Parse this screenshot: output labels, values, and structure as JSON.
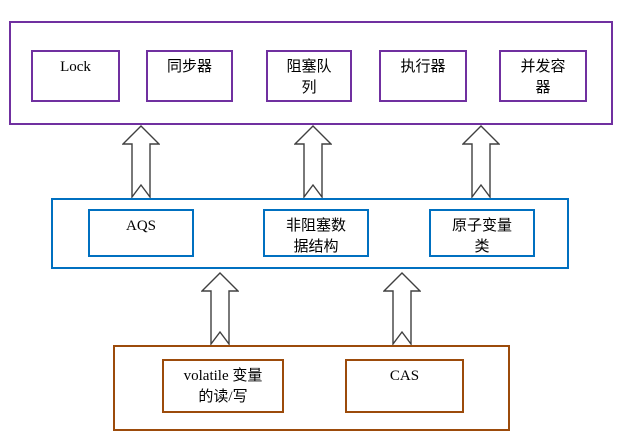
{
  "colors": {
    "top_layer_border": "#7030A0",
    "middle_layer_border": "#0070C0",
    "bottom_layer_border": "#9C4B0B",
    "arrow_outline": "#404040",
    "text": "#000000",
    "background": "#FFFFFF"
  },
  "layers": {
    "top": {
      "items": [
        {
          "label": "Lock"
        },
        {
          "label": "同步器"
        },
        {
          "label": "阻塞队\n列"
        },
        {
          "label": "执行器"
        },
        {
          "label": "并发容\n器"
        }
      ]
    },
    "middle": {
      "items": [
        {
          "label": "AQS"
        },
        {
          "label": "非阻塞数\n据结构"
        },
        {
          "label": "原子变量\n类"
        }
      ]
    },
    "bottom": {
      "items": [
        {
          "label": "volatile 变量\n的读/写"
        },
        {
          "label": "CAS"
        }
      ]
    }
  },
  "arrows": {
    "middle_to_top_count": 3,
    "bottom_to_middle_count": 2,
    "direction": "up"
  }
}
